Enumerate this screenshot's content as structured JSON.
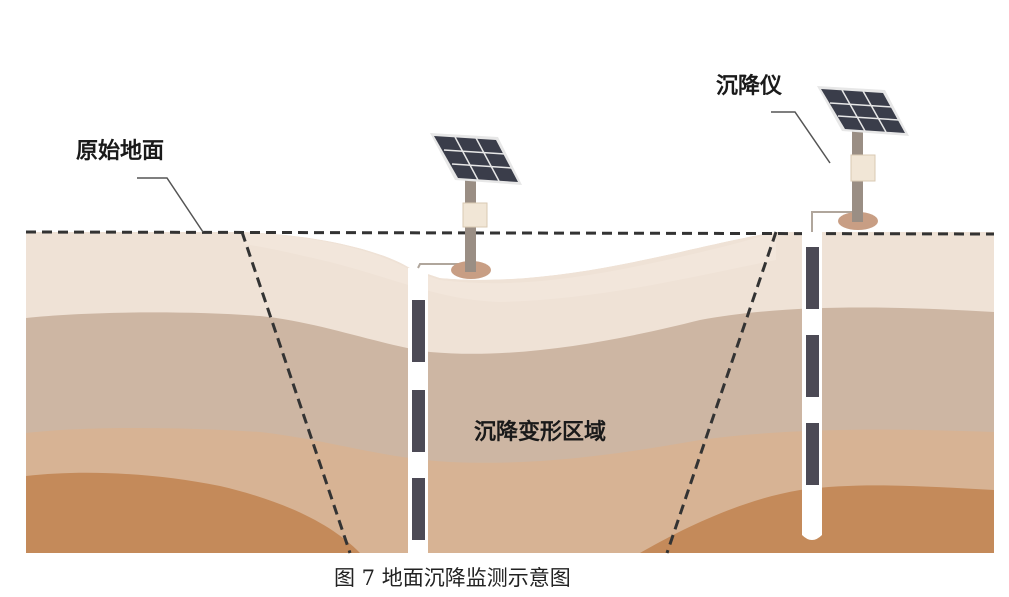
{
  "labels": {
    "original_ground": "原始地面",
    "settlement_instrument": "沉降仪",
    "deformation_zone": "沉降变形区域"
  },
  "caption": "图 7  地面沉降监测示意图",
  "colors": {
    "layer_top": "#efe2d6",
    "layer_2": "#cdb6a3",
    "layer_3": "#d7b394",
    "layer_4": "#c48a5a",
    "pipe": "#ffffff",
    "sensor": "#4c4a55",
    "pole": "#9a8e84",
    "panel": "#3a3d4a",
    "dashed_line": "#333333"
  },
  "icons": [
    "solar-panel-icon",
    "sensor-box-icon"
  ]
}
